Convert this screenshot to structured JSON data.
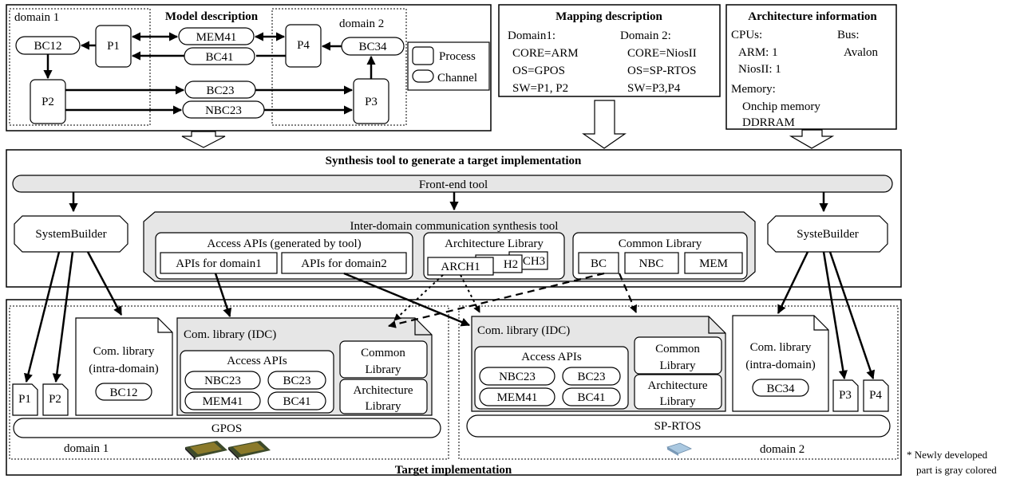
{
  "model": {
    "title": "Model description",
    "domain1": "domain 1",
    "domain2": "domain 2",
    "processes": [
      "P1",
      "P2",
      "P3",
      "P4"
    ],
    "channels": [
      "BC12",
      "MEM41",
      "BC41",
      "BC34",
      "BC23",
      "NBC23"
    ],
    "legend": {
      "process": "Process",
      "channel": "Channel"
    }
  },
  "mapping": {
    "title": "Mapping description",
    "domain1": [
      "Domain1:",
      "CORE=ARM",
      "OS=GPOS",
      "SW=P1, P2"
    ],
    "domain2": [
      "Domain 2:",
      "CORE=NiosII",
      "OS=SP-RTOS",
      "SW=P3,P4"
    ]
  },
  "arch": {
    "title": "Architecture information",
    "cpus": [
      "CPUs:",
      "ARM: 1",
      "NiosII: 1"
    ],
    "bus": [
      "Bus:",
      "Avalon"
    ],
    "memory": [
      "Memory:",
      "Onchip memory",
      "DDRRAM"
    ]
  },
  "synthesis": {
    "title": "Synthesis tool to generate a target implementation",
    "frontend": "Front-end tool",
    "system_builder_left": "SystemBuilder",
    "system_builder_right": "SysteBuilder",
    "idc_tool": "Inter-domain communication synthesis tool",
    "access_apis": "Access APIs (generated by tool)",
    "apis_domain1": "APIs for domain1",
    "apis_domain2": "APIs for domain2",
    "arch_library": "Architecture Library",
    "arch_items": [
      "ARCH1",
      "H2",
      "CH3"
    ],
    "common_library": "Common Library",
    "common_items": [
      "BC",
      "NBC",
      "MEM"
    ]
  },
  "target": {
    "title": "Target implementation",
    "domain1": "domain 1",
    "domain2": "domain 2",
    "left": {
      "processes": [
        "P1",
        "P2"
      ],
      "intra_lines": [
        "Com. library",
        "(intra-domain)"
      ],
      "intra_channel": "BC12",
      "idc_title": "Com. library (IDC)",
      "access_apis": "Access APIs",
      "apis": [
        "NBC23",
        "BC23",
        "MEM41",
        "BC41"
      ],
      "common_lines": [
        "Common",
        "Library"
      ],
      "arch_lines": [
        "Architecture",
        "Library"
      ],
      "os": "GPOS"
    },
    "right": {
      "processes": [
        "P3",
        "P4"
      ],
      "intra_lines": [
        "Com. library",
        "(intra-domain)"
      ],
      "intra_channel": "BC34",
      "idc_title": "Com. library (IDC)",
      "access_apis": "Access APIs",
      "apis": [
        "NBC23",
        "BC23",
        "MEM41",
        "BC41"
      ],
      "common_lines": [
        "Common",
        "Library"
      ],
      "arch_lines": [
        "Architecture",
        "Library"
      ],
      "os": "SP-RTOS"
    }
  },
  "note": [
    "* Newly developed",
    "part is gray colored"
  ],
  "colors": {
    "gray_fill": "#e6e6e6",
    "stroke": "#000000"
  }
}
